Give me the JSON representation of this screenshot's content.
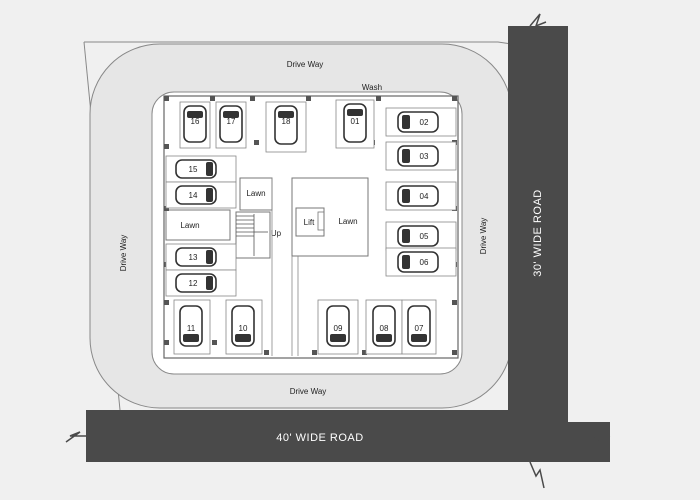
{
  "plan": {
    "roads": {
      "bottom": "40' WIDE ROAD",
      "right": "30' WIDE ROAD"
    },
    "driveway": {
      "top": "Drive Way",
      "bottom": "Drive Way",
      "left": "Drive Way",
      "right": "Drive Way"
    },
    "labels": {
      "wash": "Wash",
      "lawn_center": "Lawn",
      "lawn_small": "Lawn",
      "lawn_left": "Lawn",
      "lift": "Lift",
      "up": "Up"
    },
    "parking": {
      "top_row": [
        "16",
        "17",
        "18",
        "01"
      ],
      "right_column": [
        "02",
        "03",
        "04",
        "05",
        "06"
      ],
      "left_column": [
        "15",
        "14",
        "13",
        "12"
      ],
      "bottom_left": [
        "11",
        "10"
      ],
      "bottom_right": [
        "09",
        "08",
        "07"
      ]
    },
    "colors": {
      "background": "#f0f0f0",
      "road": "#4a4a4a",
      "driveway": "#e6e6e6",
      "site": "#ffffff"
    }
  }
}
